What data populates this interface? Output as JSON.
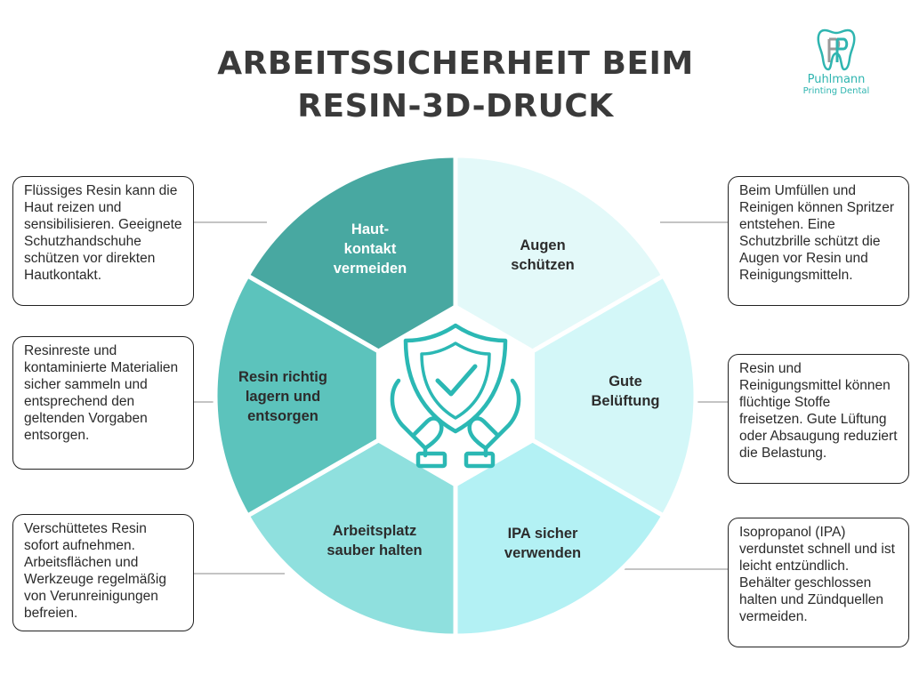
{
  "title": {
    "line1": "ARBEITSSICHERHEIT BEIM",
    "line2": "RESIN-3D-DRUCK"
  },
  "logo": {
    "name": "Puhlmann",
    "subtitle": "Printing Dental",
    "icon": "tooth-icon",
    "color": "#2fb5b0"
  },
  "center_icon": "shield-check-hands-icon",
  "segments": [
    {
      "label": "Haut-\nkontakt\nvermeiden",
      "color": "#48a8a1",
      "text_color": "#ffffff"
    },
    {
      "label": "Augen\nschützen",
      "color": "#e3f9f9",
      "text_color": "#2c2c2c"
    },
    {
      "label": "Gute\nBelüftung",
      "color": "#d3f7f8",
      "text_color": "#2c2c2c"
    },
    {
      "label": "IPA sicher\nverwenden",
      "color": "#b3f1f4",
      "text_color": "#2c2c2c"
    },
    {
      "label": "Arbeitsplatz\nsauber halten",
      "color": "#8fe0de",
      "text_color": "#2c2c2c"
    },
    {
      "label": "Resin richtig\nlagern und\nentsorgen",
      "color": "#5cc3bc",
      "text_color": "#2c2c2c"
    }
  ],
  "callouts": [
    {
      "text": "Flüssiges Resin kann die Haut reizen und sensibilisieren. Geeignete Schutzhandschuhe schützen vor direkten Hautkontakt."
    },
    {
      "text": "Beim Umfüllen und Reinigen können Spritzer entstehen. Eine Schutzbrille schützt die Augen vor Resin und Reinigungsmitteln."
    },
    {
      "text": "Resin und Reinigungsmittel können flüchtige Stoffe freisetzen. Gute Lüftung oder Absaugung reduziert die Belastung."
    },
    {
      "text": "Isopropanol (IPA) verdunstet schnell und ist leicht entzündlich. Behälter geschlossen halten und Zündquellen vermeiden."
    },
    {
      "text": "Verschüttetes Resin sofort aufnehmen. Arbeitsflächen und Werkzeuge regelmäßig von Verunreinigungen befreien."
    },
    {
      "text": "Resinreste und kontaminierte Materialien sicher sammeln und entsprechend den geltenden Vorgaben entsorgen."
    }
  ]
}
